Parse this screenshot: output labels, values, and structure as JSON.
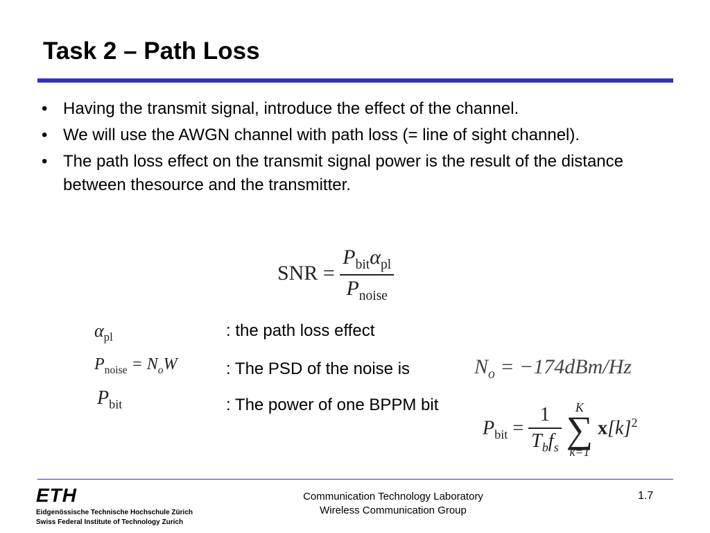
{
  "slide": {
    "title": "Task 2 – Path Loss",
    "bullet_char": "•",
    "bullets": [
      "Having the transmit signal, introduce the effect of the channel.",
      "We will use the AWGN channel with path loss (= line of sight channel).",
      "The path loss effect on the transmit signal power is the result of the distance between thesource and the transmitter."
    ],
    "equation": {
      "lhs": "SNR",
      "eq": "=",
      "num_base": "P",
      "num_sub": "bit",
      "num_factor": "α",
      "num_factor_sub": "pl",
      "den_base": "P",
      "den_sub": "noise"
    },
    "definitions": [
      {
        "sym_base": "α",
        "sym_sub": "pl",
        "text": ": the path loss effect"
      },
      {
        "sym_base": "P",
        "sym_sub": "noise",
        "sym_rhs": "= N",
        "sym_rhs_sub": "o",
        "sym_rhs_tail": "W",
        "text": ": The PSD of the noise is"
      },
      {
        "sym_base": "P",
        "sym_sub": "bit",
        "text": ": The power of one BPPM bit"
      }
    ],
    "psd_formula": {
      "lhs": "N",
      "lhs_sub": "o",
      "rhs": "= −174dBm/Hz"
    },
    "pbit_formula": {
      "lhs": "P",
      "lhs_sub": "bit",
      "eq": "=",
      "num": "1",
      "den_a": "T",
      "den_a_sub": "b",
      "den_b": "f",
      "den_b_sub": "s",
      "sum_symbol": "∑",
      "sum_upper": "K",
      "sum_lower": "k=1",
      "term_bold": "x",
      "term_rest": "[k]",
      "term_exp": "2"
    }
  },
  "footer": {
    "logo_text": "ETH",
    "logo_line1": "Eidgenössische Technische Hochschule Zürich",
    "logo_line2": "Swiss Federal Institute of Technology Zurich",
    "lab_line1": "Communication Technology Laboratory",
    "lab_line2": "Wireless Communication Group",
    "page_number": "1.7"
  },
  "colors": {
    "accent_rule": "#3030c8"
  }
}
